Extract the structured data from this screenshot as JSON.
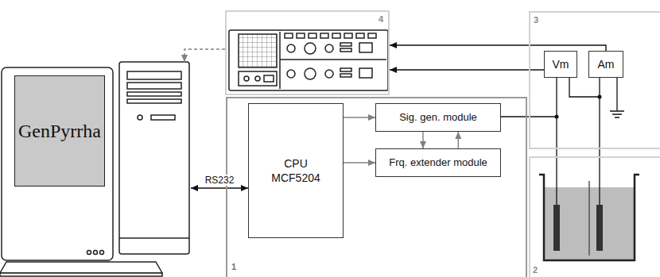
{
  "diagram": {
    "nodes": [
      {
        "text": [
          "GenPyrrha"
        ]
      },
      {
        "text": [
          "4"
        ]
      },
      {
        "text": [
          "3"
        ]
      },
      {
        "text": [
          "Vm"
        ],
        "in": 2
      },
      {
        "text": [
          "Am"
        ],
        "in": 2
      },
      {
        "text": [
          "1"
        ]
      },
      {
        "text": [
          "CPU MCF5204"
        ],
        "in": 5
      },
      {
        "text": [
          "Sig. gen. module"
        ],
        "in": 5
      },
      {
        "text": [
          "Frq. extender module"
        ],
        "in": 5
      },
      {
        "text": [
          "2"
        ]
      }
    ],
    "edges": [
      {
        "from": 0,
        "to": 6,
        "arrow": "both",
        "label": "RS232"
      },
      {
        "from": 1,
        "to": 0,
        "arrow": "to"
      },
      {
        "from": 3,
        "to": 1,
        "arrow": "to"
      },
      {
        "from": 4,
        "to": 1,
        "arrow": "to"
      },
      {
        "from": 6,
        "to": 7,
        "arrow": "to"
      },
      {
        "from": 6,
        "to": 8,
        "arrow": "to"
      },
      {
        "from": 7,
        "to": 8,
        "arrow": "to"
      },
      {
        "from": 8,
        "to": 7,
        "arrow": "to"
      }
    ]
  }
}
